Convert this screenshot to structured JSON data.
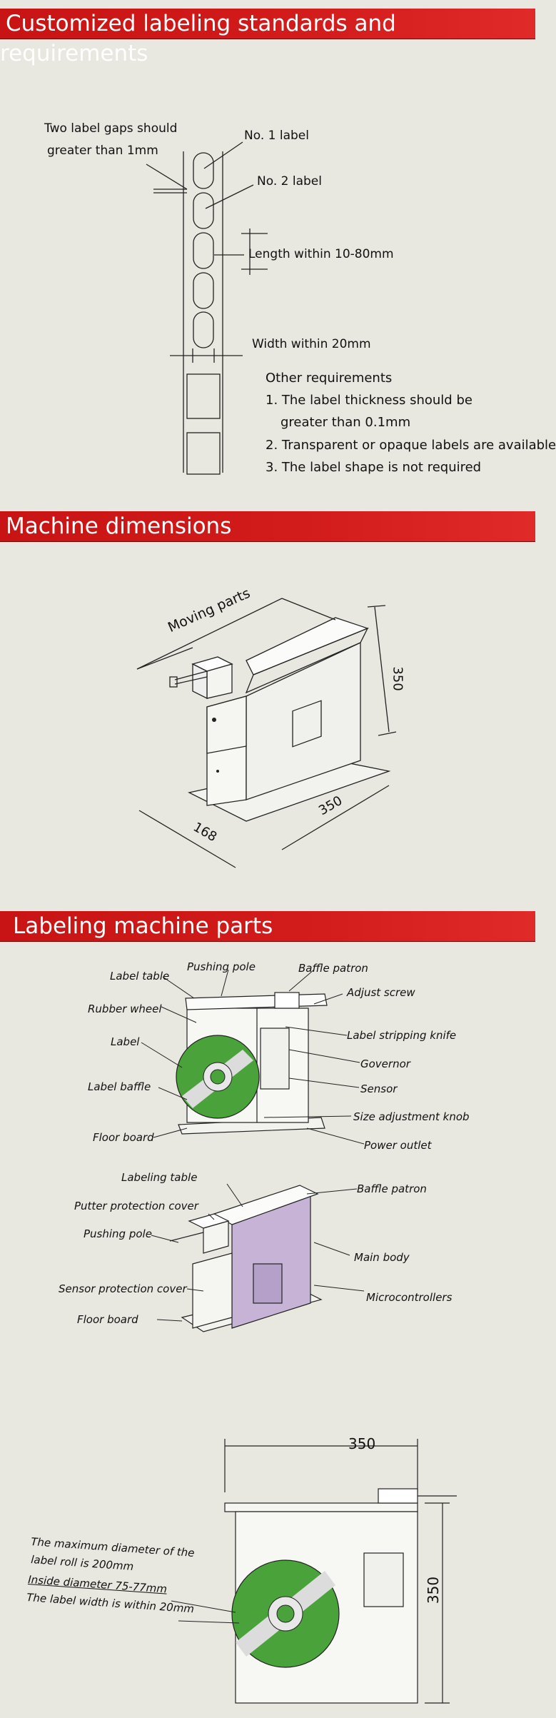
{
  "section1": {
    "title": "Customized labeling standards and requirements",
    "gap_note_line1": "Two label gaps should",
    "gap_note_line2": "greater than 1mm",
    "label1": "No. 1 label",
    "label2": "No. 2 label",
    "length": "Length within 10-80mm",
    "width": "Width within 20mm",
    "other_title": "Other requirements",
    "req1_line1": "1. The label thickness should be",
    "req1_line2": "greater than 0.1mm",
    "req2": "2. Transparent or opaque labels are available",
    "req3": "3. The label shape is not required"
  },
  "section2": {
    "title": "Machine dimensions",
    "moving_parts": "Moving parts",
    "dim_height": "350",
    "dim_length": "350",
    "dim_width": "168"
  },
  "section3": {
    "title": "Labeling machine parts",
    "d1": {
      "pushing_pole": "Pushing pole",
      "baffle_patron": "Baffle patron",
      "label_table": "Label table",
      "adjust_screw": "Adjust screw",
      "rubber_wheel": "Rubber wheel",
      "stripping_knife": "Label stripping knife",
      "label": "Label",
      "governor": "Governor",
      "label_baffle": "Label baffle",
      "sensor": "Sensor",
      "size_knob": "Size adjustment knob",
      "floor_board": "Floor board",
      "power_outlet": "Power outlet"
    },
    "d2": {
      "labeling_table": "Labeling table",
      "baffle_patron": "Baffle patron",
      "putter_cover": "Putter protection cover",
      "pushing_pole": "Pushing pole",
      "main_body": "Main body",
      "sensor_cover": "Sensor protection cover",
      "microcontrollers": "Microcontrollers",
      "floor_board": "Floor board"
    },
    "d3": {
      "width_dim": "350",
      "height_dim": "350",
      "note1": "The maximum diameter of the",
      "note2": "label roll is 200mm",
      "note3": "Inside diameter 75-77mm",
      "note4": "The label width is within 20mm"
    }
  },
  "colors": {
    "banner": "#d31c1c",
    "roll": "#4aa33a",
    "panel": "#c6b3d6",
    "background": "#e8e7e0"
  }
}
